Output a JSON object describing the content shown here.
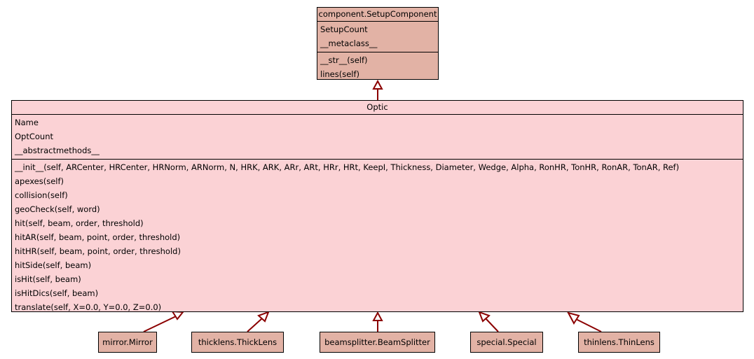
{
  "base_class": {
    "name": "component.SetupComponent",
    "attributes": [
      "SetupCount",
      "__metaclass__"
    ],
    "methods": [
      "__str__(self)",
      "lines(self)"
    ]
  },
  "optic_class": {
    "name": "Optic",
    "attributes": [
      "Name",
      "OptCount",
      "__abstractmethods__"
    ],
    "methods": [
      "__init__(self, ARCenter, HRCenter, HRNorm, ARNorm, N, HRK, ARK, ARr, ARt, HRr, HRt, KeepI, Thickness, Diameter, Wedge, Alpha, RonHR, TonHR, RonAR, TonAR, Ref)",
      "apexes(self)",
      "collision(self)",
      "geoCheck(self, word)",
      "hit(self, beam, order, threshold)",
      "hitAR(self, beam, point, order, threshold)",
      "hitHR(self, beam, point, order, threshold)",
      "hitSide(self, beam)",
      "isHit(self, beam)",
      "isHitDics(self, beam)",
      "translate(self, X=0.0, Y=0.0, Z=0.0)"
    ]
  },
  "subclasses": [
    {
      "name": "mirror.Mirror"
    },
    {
      "name": "thicklens.ThickLens"
    },
    {
      "name": "beamsplitter.BeamSplitter"
    },
    {
      "name": "special.Special"
    },
    {
      "name": "thinlens.ThinLens"
    }
  ],
  "colors": {
    "base_fill": "#e2b2a5",
    "optic_fill": "#fbd2d5",
    "edge": "#8b0000"
  }
}
